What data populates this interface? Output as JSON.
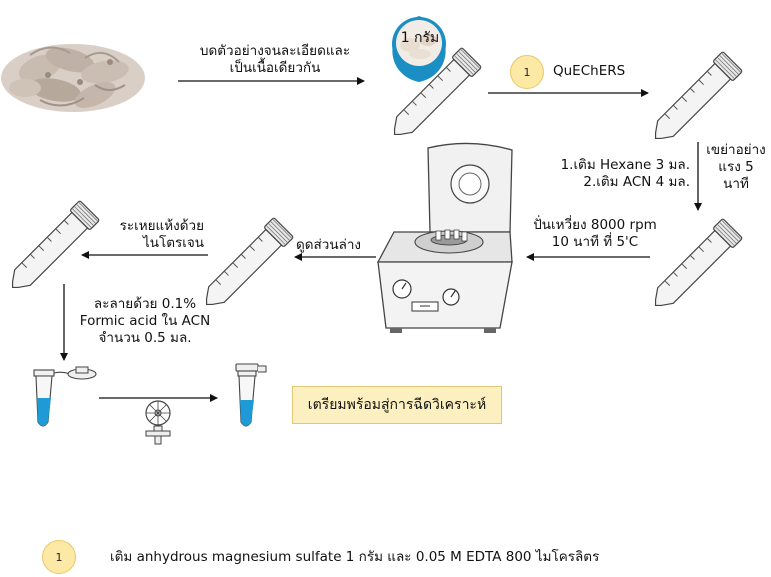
{
  "steps": {
    "grind": [
      "บดตัวอย่างจนละเอียดและ",
      "เป็นเนื้อเดียวกัน"
    ],
    "weight_bubble": "1 กรัม",
    "quechers_badge_num": "1",
    "quechers_label": "QuEChERS",
    "shake": [
      "เขย่าอย่าง",
      "แรง 5",
      "นาที"
    ],
    "add_solvents": [
      "1.เติม Hexane 3 มล.",
      "2.เติม ACN 4 มล."
    ],
    "centrifuge": [
      "ปั่นเหวี่ยง 8000 rpm",
      "10 นาที ที่ 5'C"
    ],
    "lower_layer": "ดูดส่วนล่าง",
    "evaporate": [
      "ระเหยแห้งด้วย",
      "ไนโตรเจน"
    ],
    "dissolve": [
      "ละลายด้วย 0.1%",
      "Formic acid ใน ACN",
      "จำนวน 0.5 มล."
    ],
    "ready": "เตรียมพร้อมสู่การฉีดวิเคราะห์"
  },
  "footnote": {
    "badge_num": "1",
    "text": "เติม anhydrous magnesium sulfate 1 กรัม และ 0.05 M EDTA 800 ไมโครลิตร"
  },
  "colors": {
    "badge_fill": "#fde9a6",
    "result_box_fill": "#fdf0c0",
    "liquid_blue": "#1e9ad6",
    "bubble_blue": "#1b8fc4"
  },
  "icons": [
    "shrimp-image",
    "centrifuge-tube-icon",
    "centrifuge-machine-icon",
    "microtube-icon",
    "syringe-filter-icon"
  ]
}
